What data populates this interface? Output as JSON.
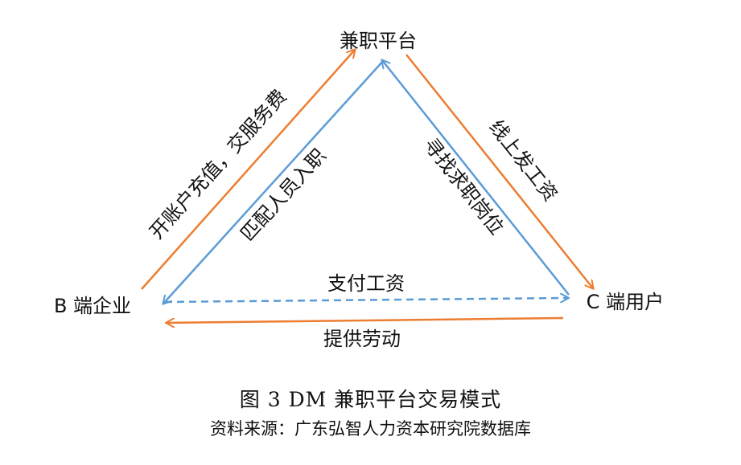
{
  "nodes": {
    "platform": "兼职平台",
    "business": "B 端企业",
    "user": "C 端用户"
  },
  "edges": {
    "recharge": "开账户充值，交服务费",
    "match": "匹配人员入职",
    "seek": "寻找求职岗位",
    "post": "线上发工资",
    "pay": "支付工资",
    "labor": "提供劳动"
  },
  "caption": {
    "title": "图 3   DM 兼职平台交易模式",
    "source": "资料来源：广东弘智人力资本研究院数据库"
  },
  "colors": {
    "orange": "#ED7D31",
    "blue": "#5B9BD5"
  }
}
